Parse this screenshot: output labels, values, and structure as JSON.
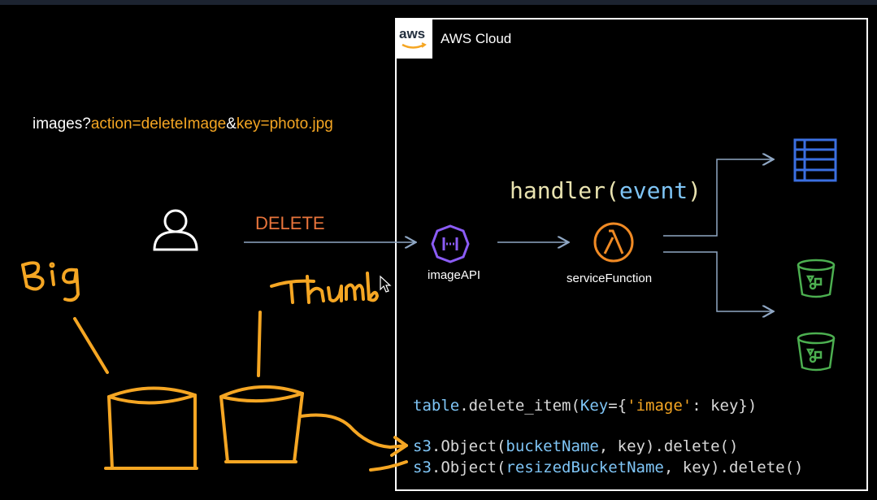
{
  "cloud": {
    "logo_text": "aws",
    "label": "AWS Cloud"
  },
  "request": {
    "path": "images?",
    "param1_name": "action",
    "eq": "=",
    "param1_value": "deleteImage",
    "amp": "&",
    "param2_name": "key",
    "param2_value": "photo.jpg",
    "method": "DELETE"
  },
  "services": {
    "api": "imageAPI",
    "function": "serviceFunction"
  },
  "handler": {
    "fn": "handler",
    "open": "(",
    "arg": "event",
    "close": ")"
  },
  "code": {
    "line1": {
      "obj": "table",
      "rest": ".delete_item(",
      "kw": "Key",
      "p1": "={",
      "str": "'image'",
      "p2": ": key})"
    },
    "line2": {
      "obj": "s3",
      "rest": ".Object(",
      "arg": "bucketName",
      "tail": ", key).delete()"
    },
    "line3": {
      "obj": "s3",
      "rest": ".Object(",
      "arg": "resizedBucketName",
      "tail": ", key).delete()"
    }
  },
  "colors": {
    "accent_orange": "#f5a623",
    "delete_orange": "#e8743b",
    "api_purple": "#8b5cf6",
    "lambda_orange": "#f08a24",
    "table_blue": "#3b6fe0",
    "bucket_green": "#4caf50",
    "arrow": "#8fa7c4"
  },
  "icons": [
    "user-icon",
    "api-gateway-icon",
    "lambda-icon",
    "dynamodb-table-icon",
    "s3-bucket-icon",
    "cursor-icon"
  ]
}
